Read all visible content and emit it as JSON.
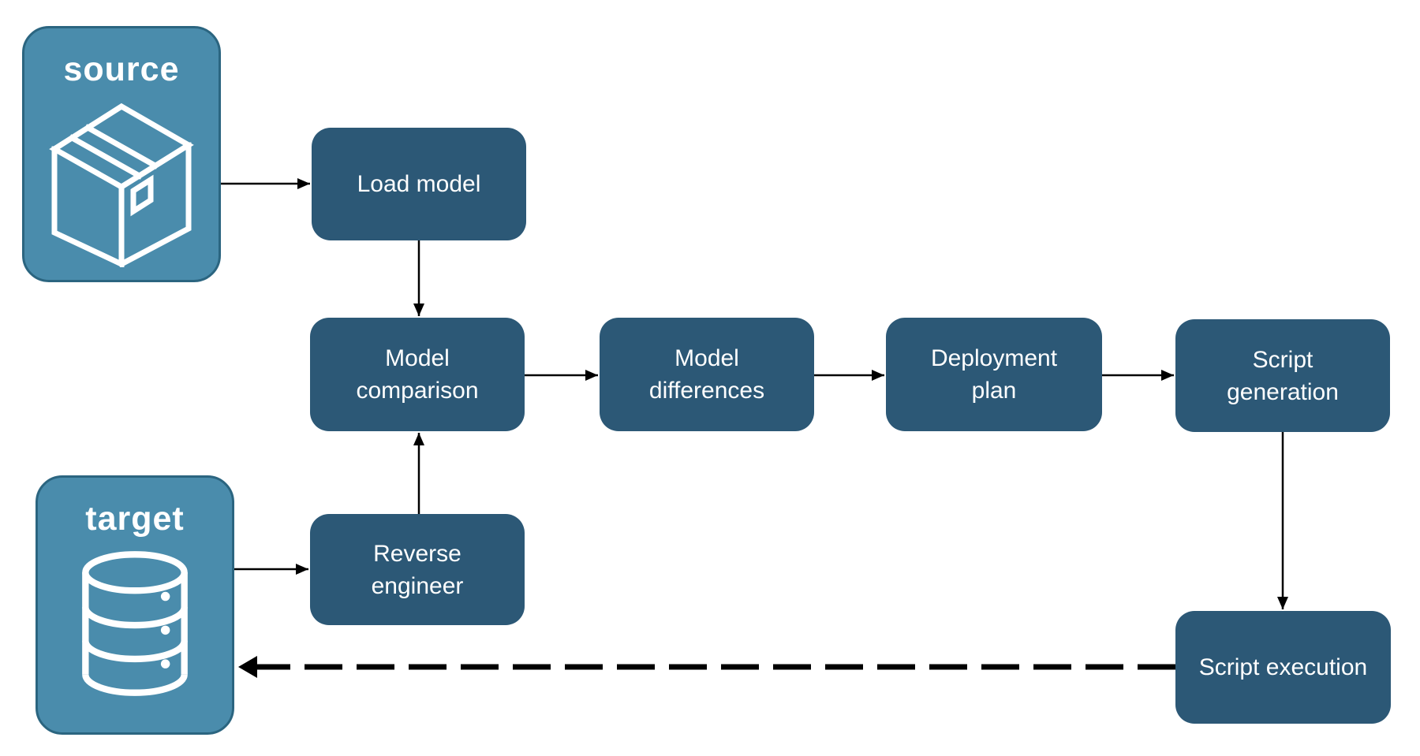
{
  "diagram": {
    "title": "",
    "endpoints": [
      {
        "id": "source",
        "label": "source",
        "icon": "package-icon"
      },
      {
        "id": "target",
        "label": "target",
        "icon": "database-icon"
      }
    ],
    "nodes": [
      {
        "id": "load-model",
        "label": "Load model"
      },
      {
        "id": "model-comparison",
        "label": "Model comparison"
      },
      {
        "id": "model-differences",
        "label": "Model differences"
      },
      {
        "id": "deployment-plan",
        "label": "Deployment plan"
      },
      {
        "id": "script-generation",
        "label": "Script generation"
      },
      {
        "id": "reverse-engineer",
        "label": "Reverse engineer"
      },
      {
        "id": "script-execution",
        "label": "Script execution"
      }
    ],
    "edges": [
      {
        "from": "source",
        "to": "load-model",
        "style": "solid"
      },
      {
        "from": "load-model",
        "to": "model-comparison",
        "style": "solid"
      },
      {
        "from": "model-comparison",
        "to": "model-differences",
        "style": "solid"
      },
      {
        "from": "model-differences",
        "to": "deployment-plan",
        "style": "solid"
      },
      {
        "from": "deployment-plan",
        "to": "script-generation",
        "style": "solid"
      },
      {
        "from": "script-generation",
        "to": "script-execution",
        "style": "solid"
      },
      {
        "from": "target",
        "to": "reverse-engineer",
        "style": "solid"
      },
      {
        "from": "reverse-engineer",
        "to": "model-comparison",
        "style": "solid"
      },
      {
        "from": "script-execution",
        "to": "target",
        "style": "dashed"
      }
    ],
    "colors": {
      "node_fill": "#2C5876",
      "node_text": "#ffffff",
      "endpoint_fill": "#4A8CAC",
      "endpoint_border": "#2B6580",
      "arrow": "#000000",
      "background": "#ffffff"
    }
  }
}
